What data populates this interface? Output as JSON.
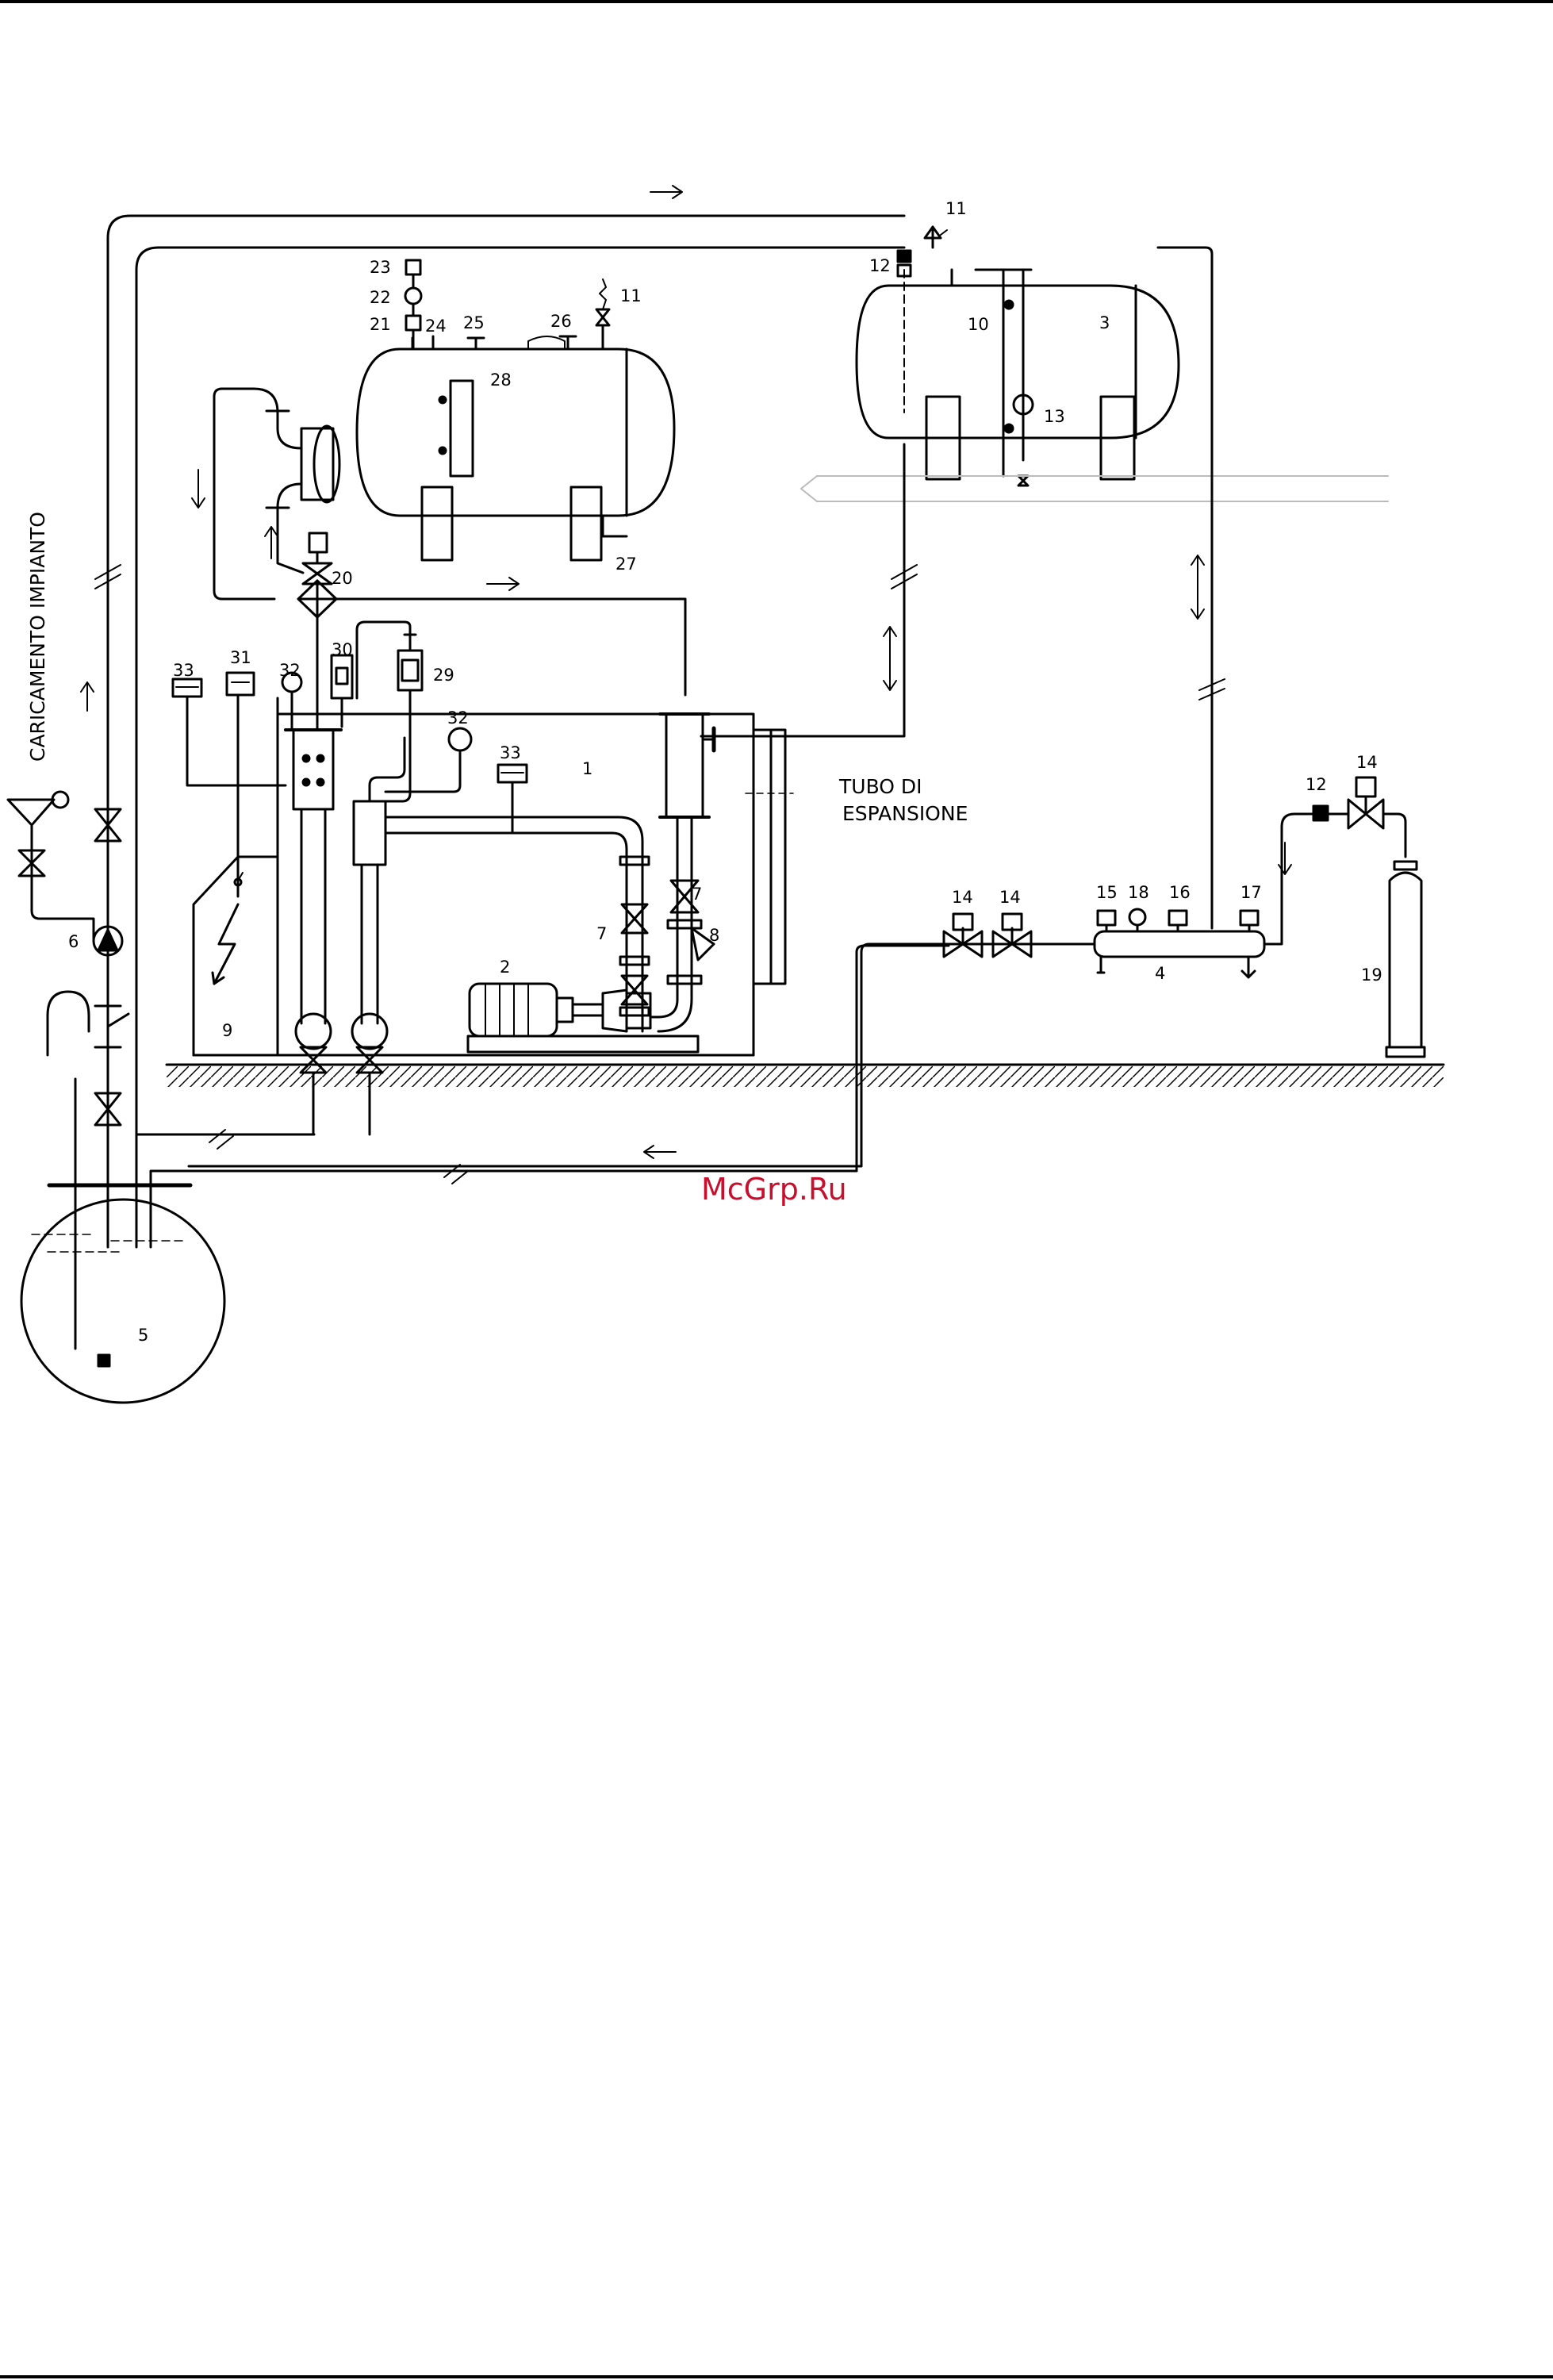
{
  "labels": {
    "caricamento": "CARICAMENTO IMPIANTO",
    "tubo_line1": "TUBO DI",
    "tubo_line2": "ESPANSIONE",
    "watermark": "McGrp.Ru"
  },
  "callouts": {
    "n1": "1",
    "n2": "2",
    "n3": "3",
    "n4": "4",
    "n5": "5",
    "n6": "6",
    "n7a": "7",
    "n7b": "7",
    "n8": "8",
    "n9": "9",
    "n10": "10",
    "n11a": "11",
    "n11b": "11",
    "n12a": "12",
    "n12b": "12",
    "n13": "13",
    "n14a": "14",
    "n14b": "14",
    "n14c": "14",
    "n15": "15",
    "n16": "16",
    "n17": "17",
    "n18": "18",
    "n19": "19",
    "n20": "20",
    "n21": "21",
    "n22": "22",
    "n23": "23",
    "n24": "24",
    "n25": "25",
    "n26": "26",
    "n27": "27",
    "n28": "28",
    "n29": "29",
    "n30": "30",
    "n31": "31",
    "n32a": "32",
    "n32b": "32",
    "n33a": "33",
    "n33b": "33"
  }
}
